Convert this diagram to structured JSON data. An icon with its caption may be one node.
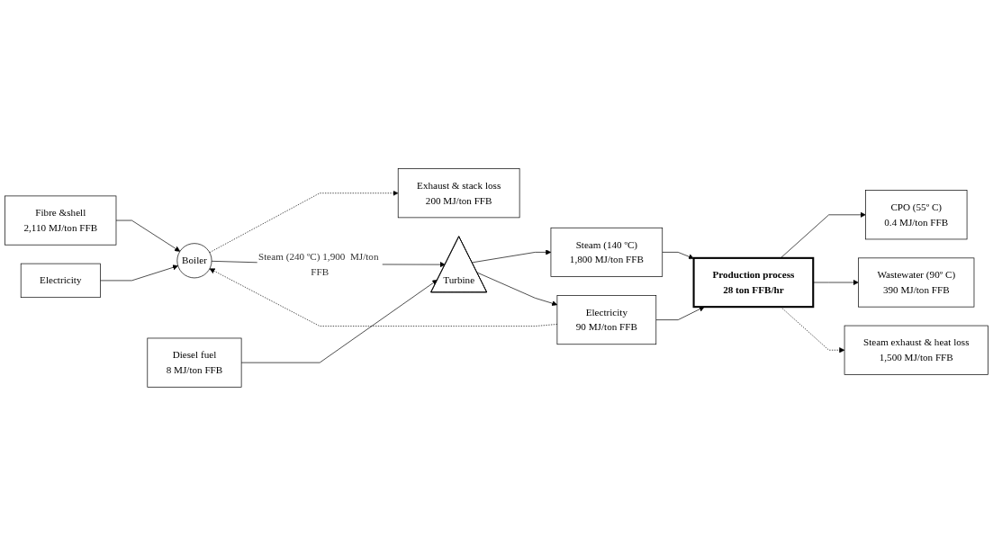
{
  "diagram": {
    "nodes": [
      {
        "text": [
          "Fibre &shell",
          "2,110 MJ/ton FFB"
        ]
      },
      {
        "text": [
          "Electricity"
        ]
      },
      {
        "text": [
          "Boiler"
        ]
      },
      {
        "text": [
          "Exhaust & stack loss",
          "200 MJ/ton FFB"
        ]
      },
      {
        "text": [
          "Turbine"
        ]
      },
      {
        "text": [
          "Diesel fuel",
          "8  MJ/ton FFB"
        ]
      },
      {
        "text": [
          "Steam (140 ºC)",
          "1,800 MJ/ton FFB"
        ]
      },
      {
        "text": [
          "Electricity",
          "90 MJ/ton FFB"
        ]
      },
      {
        "text": [
          "Production process",
          "28 ton FFB/hr"
        ]
      },
      {
        "text": [
          "CPO (55º C)",
          "0.4  MJ/ton FFB"
        ]
      },
      {
        "text": [
          "Wastewater (90º C)",
          "390 MJ/ton FFB"
        ]
      },
      {
        "text": [
          "Steam exhaust & heat loss",
          "1,500 MJ/ton FFB"
        ]
      }
    ],
    "edges": [
      {
        "from": 0,
        "to": 2,
        "arrow": "to"
      },
      {
        "from": 1,
        "to": 2,
        "arrow": "to"
      },
      {
        "from": 2,
        "to": 3,
        "arrow": "to",
        "style": "dashed"
      },
      {
        "from": 2,
        "to": 4,
        "arrow": "to",
        "label": "Steam (240 ºC) 1,900  MJ/ton FFB"
      },
      {
        "from": 5,
        "to": 4,
        "arrow": "to"
      },
      {
        "from": 4,
        "to": 6,
        "arrow": "to"
      },
      {
        "from": 4,
        "to": 7,
        "arrow": "to"
      },
      {
        "from": 7,
        "to": 2,
        "arrow": "to",
        "style": "dashed"
      },
      {
        "from": 7,
        "to": 8,
        "arrow": "to"
      },
      {
        "from": 6,
        "to": 8,
        "arrow": "to"
      },
      {
        "from": 8,
        "to": 9,
        "arrow": "to"
      },
      {
        "from": 8,
        "to": 10,
        "arrow": "to"
      },
      {
        "from": 8,
        "to": 11,
        "arrow": "to",
        "style": "dashed"
      }
    ]
  }
}
